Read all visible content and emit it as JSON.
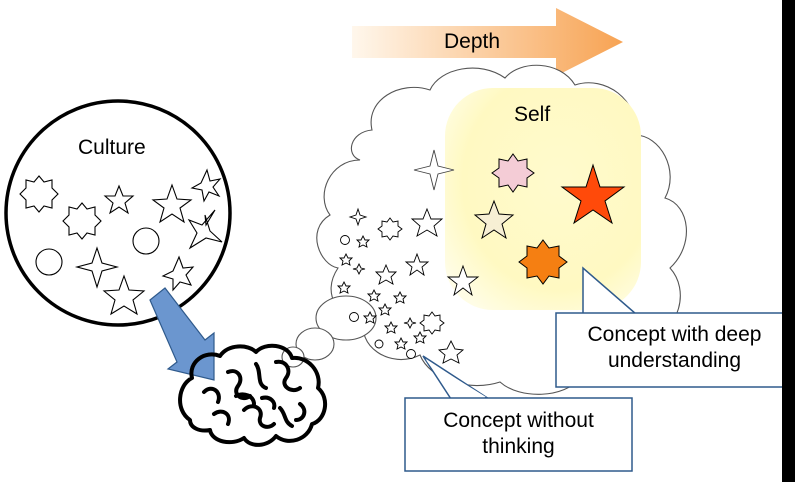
{
  "labels": {
    "depth": "Depth",
    "culture": "Culture",
    "self": "Self"
  },
  "callouts": {
    "deep": [
      "Concept with deep",
      "understanding"
    ],
    "without": [
      "Concept without",
      "thinking"
    ]
  },
  "colors": {
    "depth_arrow_start": "#fff6e6",
    "depth_arrow_end": "#f7a85c",
    "self_glow_center": "#fff9c8",
    "self_glow_edge": "#fffbd9",
    "callout_border": "#2f5a8c",
    "culture_arrow": "#6b96cf",
    "culture_arrow_border": "#2f5a8c",
    "red_star": "#ff4a0a",
    "orange_burst": "#f57f12",
    "pink_burst": "#f4ccd6",
    "beige_star": "#f7efd4"
  },
  "icons": {
    "brain": "brain-icon",
    "thought_cloud": "thought-cloud",
    "culture_circle": "culture-circle"
  }
}
